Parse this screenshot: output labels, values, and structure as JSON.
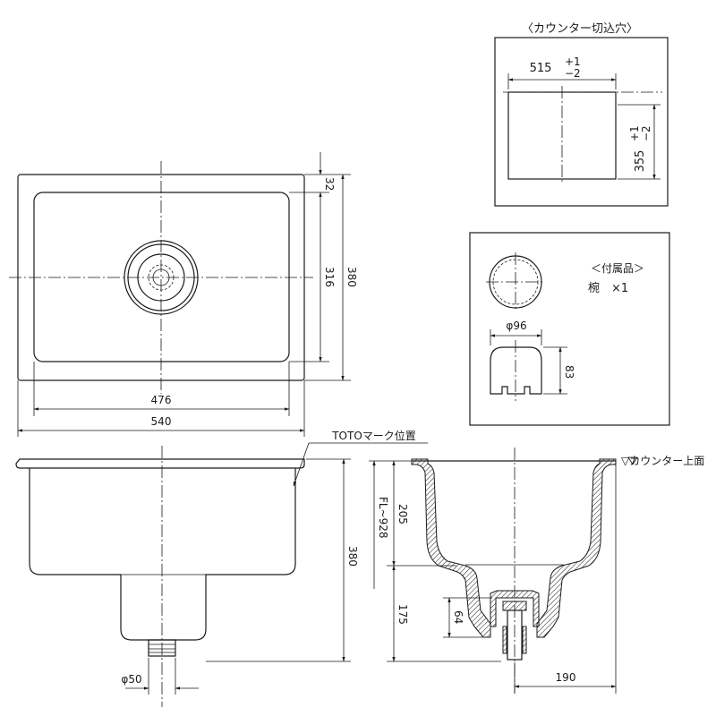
{
  "counter_cutout": {
    "title": "〈カウンター切込穴〉",
    "width_value": "515",
    "width_tol_plus": "+1",
    "width_tol_minus": "−2",
    "depth_value": "355",
    "depth_tol_plus": "+1",
    "depth_tol_minus": "−2"
  },
  "accessory": {
    "title": "＜付属品＞",
    "item": "椀　×1",
    "diameter_label": "φ96",
    "height_label": "83"
  },
  "top_view": {
    "outer_width": "540",
    "inner_width": "476",
    "outer_depth": "380",
    "inner_depth": "316",
    "rim": "32"
  },
  "front_view": {
    "mark_label": "TOTOマーク位置",
    "height": "380",
    "drain_diameter": "φ50"
  },
  "section_view": {
    "counter_label": "▽カウンター上面",
    "fl_label": "FL~928",
    "upper_depth": "205",
    "lower_depth": "175",
    "trap_height": "64",
    "offset": "190"
  }
}
